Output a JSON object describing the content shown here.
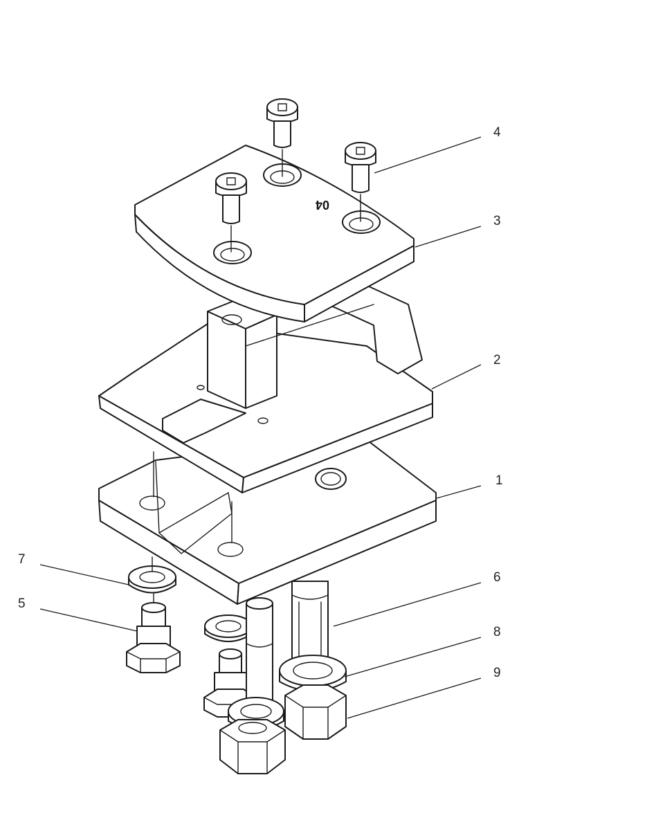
{
  "diagram": {
    "engraving": "04",
    "callouts": [
      {
        "id": "callout-4",
        "label": "4"
      },
      {
        "id": "callout-3",
        "label": "3"
      },
      {
        "id": "callout-2",
        "label": "2"
      },
      {
        "id": "callout-1",
        "label": "1"
      },
      {
        "id": "callout-7",
        "label": "7"
      },
      {
        "id": "callout-5",
        "label": "5"
      },
      {
        "id": "callout-6",
        "label": "6"
      },
      {
        "id": "callout-8",
        "label": "8"
      },
      {
        "id": "callout-9",
        "label": "9"
      }
    ]
  }
}
